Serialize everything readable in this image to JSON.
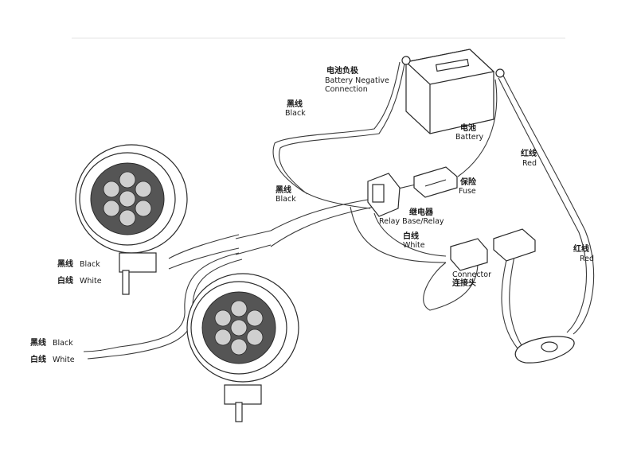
{
  "labels": {
    "battery_neg": {
      "cn": "电池负极",
      "en1": "Battery Negative",
      "en2": "Connection"
    },
    "battery": {
      "cn": "电池",
      "en": "Battery"
    },
    "black_top": {
      "cn": "黑线",
      "en": "Black"
    },
    "black_mid": {
      "cn": "黑线",
      "en": "Black"
    },
    "red_top": {
      "cn": "红线",
      "en": "Red"
    },
    "red_right": {
      "cn": "红线",
      "en": "Red"
    },
    "fuse": {
      "cn": "保险",
      "en": "Fuse"
    },
    "relay": {
      "cn": "继电器",
      "en": "Relay Base/Relay"
    },
    "white_mid": {
      "cn": "白线",
      "en": "White"
    },
    "connector": {
      "en": "Connector",
      "cn": "连接头"
    },
    "lamp1_black": {
      "cn": "黑线",
      "en": "Black"
    },
    "lamp1_white": {
      "cn": "白线",
      "en": "White"
    },
    "lamp2_black": {
      "cn": "黑线",
      "en": "Black"
    },
    "lamp2_white": {
      "cn": "白线",
      "en": "White"
    }
  },
  "colors": {
    "line": "#2a2a2a",
    "background": "#ffffff",
    "text": "#1a1a1a"
  }
}
